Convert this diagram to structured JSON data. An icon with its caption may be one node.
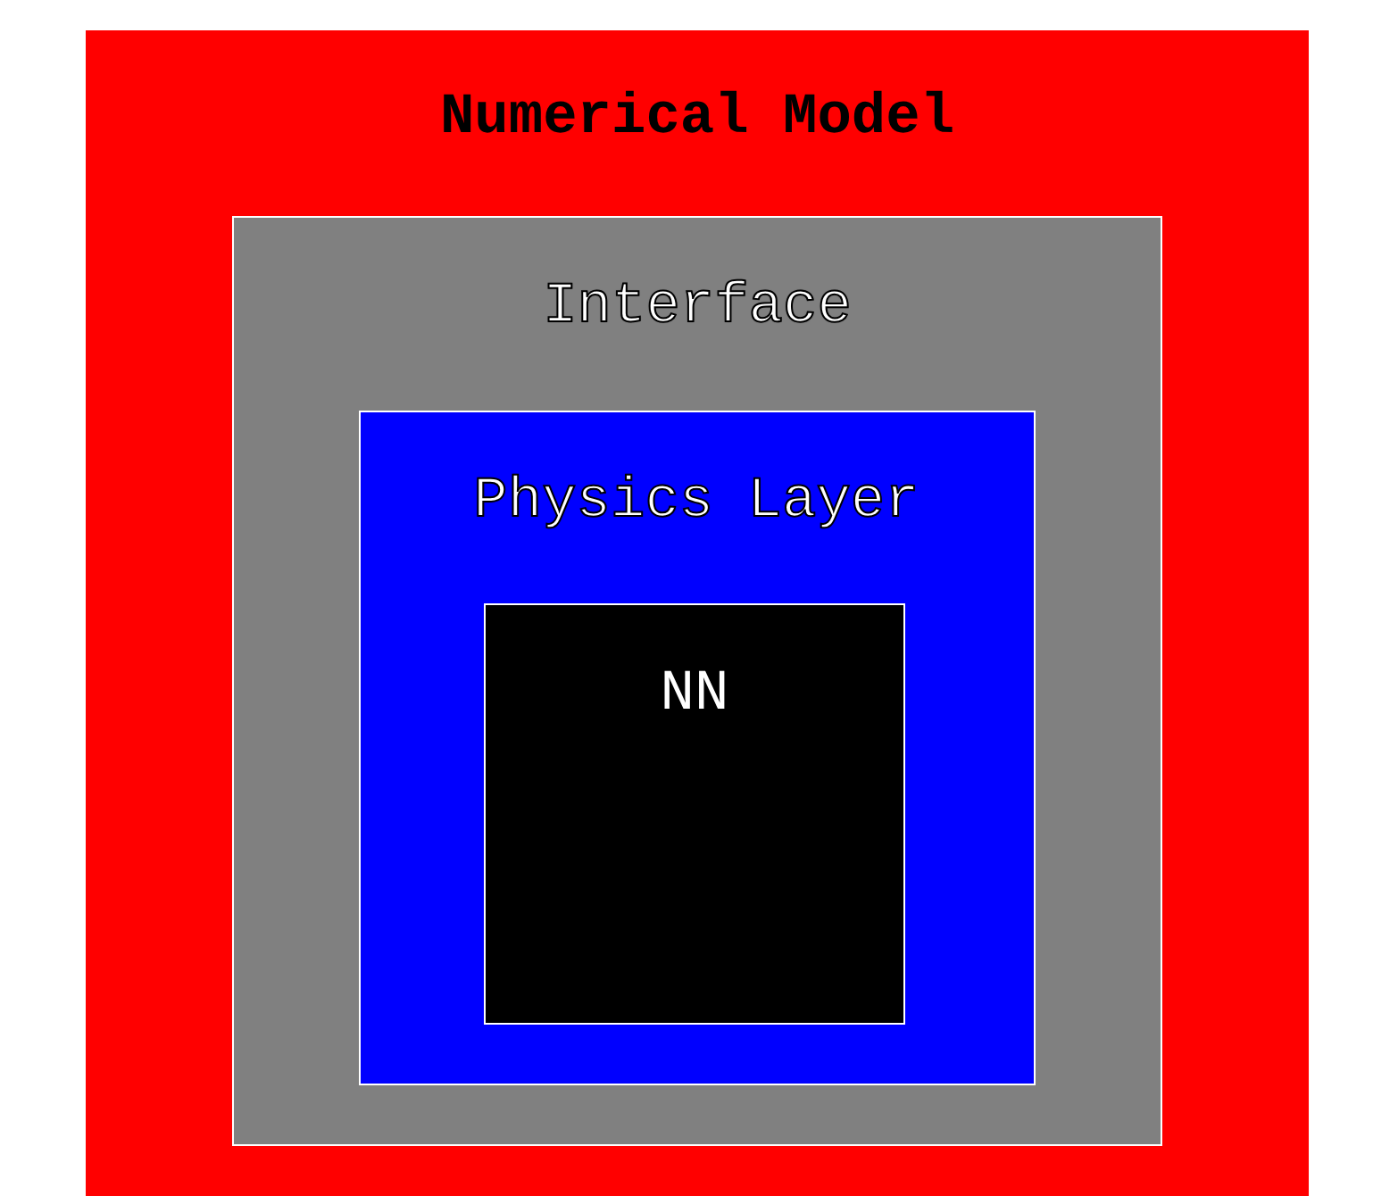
{
  "diagram": {
    "nodes": [
      {
        "text": [
          "Numerical Model"
        ]
      },
      {
        "text": [
          "Interface"
        ],
        "in": 0
      },
      {
        "text": [
          "Physics Layer"
        ],
        "in": 1
      },
      {
        "text": [
          "NN"
        ],
        "in": 2
      }
    ]
  }
}
